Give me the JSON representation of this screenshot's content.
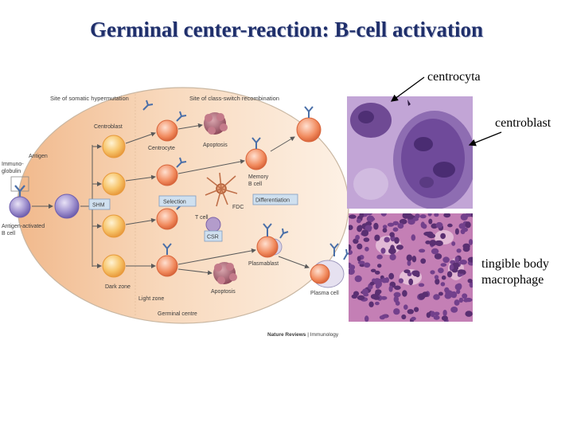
{
  "title": "Germinal center-reaction: B-cell activation",
  "diagram": {
    "top_left": "Site of somatic hypermutation",
    "top_right": "Site of class-switch recombination",
    "antigen": "Antigen",
    "immunoglobulin": "Immuno-\nglobulin",
    "activated_b": "Antigen-activated\nB cell",
    "centroblast": "Centroblast",
    "centrocyte": "Centrocyte",
    "apoptosis_top": "Apoptosis",
    "memory": "Memory\nB cell",
    "selection": "Selection",
    "differentiation": "Differentiation",
    "shm": "SHM",
    "t_cell": "T cell",
    "fdc": "FDC",
    "csr": "CSR",
    "plasmablast": "Plasmablast",
    "apoptosis_bottom": "Apoptosis",
    "plasma_cell": "Plasma cell",
    "dark_zone": "Dark zone",
    "light_zone": "Light zone",
    "germinal_centre": "Germinal centre",
    "journal_bold": "Nature Reviews",
    "journal_rest": " | Immunology"
  },
  "captions": {
    "centrocyta": "centrocyta",
    "centroblast": "centroblast",
    "tingible_line1": "tingible body",
    "tingible_line2": "macrophage"
  },
  "colors": {
    "title": "#1f2f6b",
    "dark_zone": "#f2c9a8",
    "light_zone": "#fbe9d8",
    "cell_fill": "#f6c36a",
    "cell_ring": "#f0a845",
    "activated_cell": "#9b8cc8",
    "antibody": "#4a6fa8",
    "apoptotic": "#a7586a",
    "stain_purple": "#8e6aa8",
    "stain_pink": "#c992b7"
  }
}
